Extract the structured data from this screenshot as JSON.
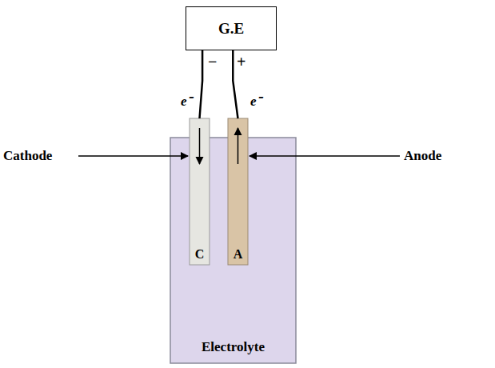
{
  "diagram": {
    "nodes": [
      {
        "text": [
          "G.E"
        ]
      },
      {
        "text": [
          "Electrolyte"
        ]
      },
      {
        "text": [
          "C"
        ],
        "in": 1
      },
      {
        "text": [
          "A"
        ],
        "in": 1
      }
    ],
    "edges": [
      {
        "from": 0,
        "to": 2,
        "arrow": "none"
      },
      {
        "from": 0,
        "to": 3,
        "arrow": "none"
      }
    ],
    "labels": [
      "−",
      "+",
      "e⁻",
      "e⁻",
      "Cathode",
      "Anode"
    ]
  }
}
